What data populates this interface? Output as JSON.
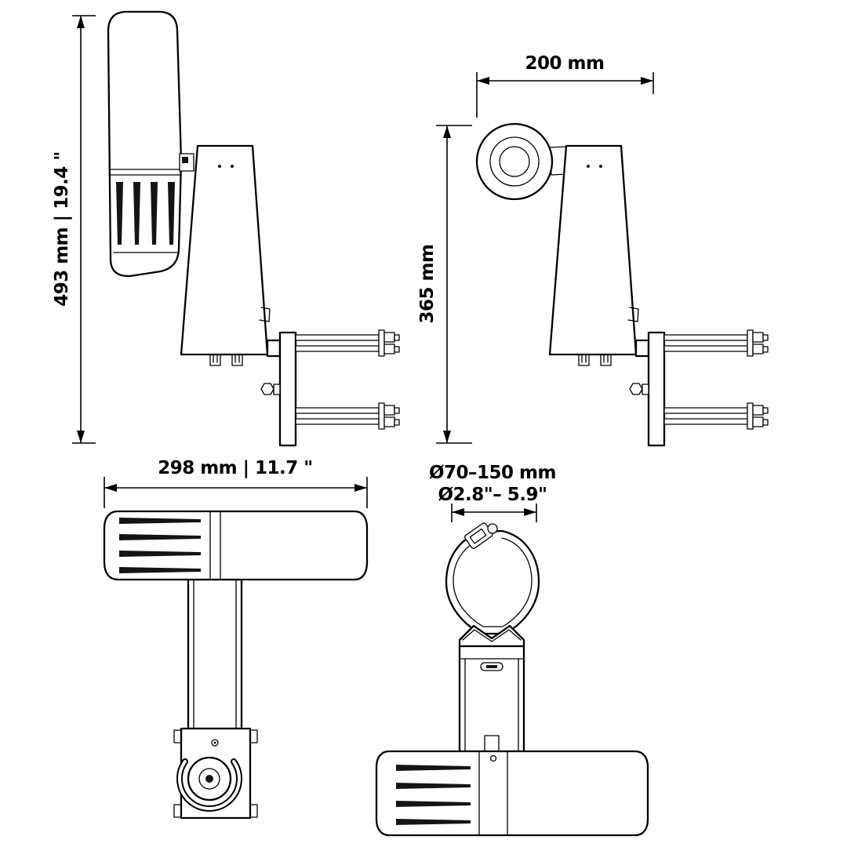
{
  "colors": {
    "line": "#000000",
    "background": "#ffffff"
  },
  "views": {
    "side_left": {
      "height_label": "493 mm | 19.4 \""
    },
    "side_right": {
      "top_width_label": "200 mm",
      "height_label": "365 mm"
    },
    "top": {
      "width_label": "298 mm | 11.7 \""
    },
    "bottom_clamp": {
      "diameter_metric_label": "Ø70–150 mm",
      "diameter_imperial_label": "Ø2.8\"– 5.9\""
    }
  }
}
